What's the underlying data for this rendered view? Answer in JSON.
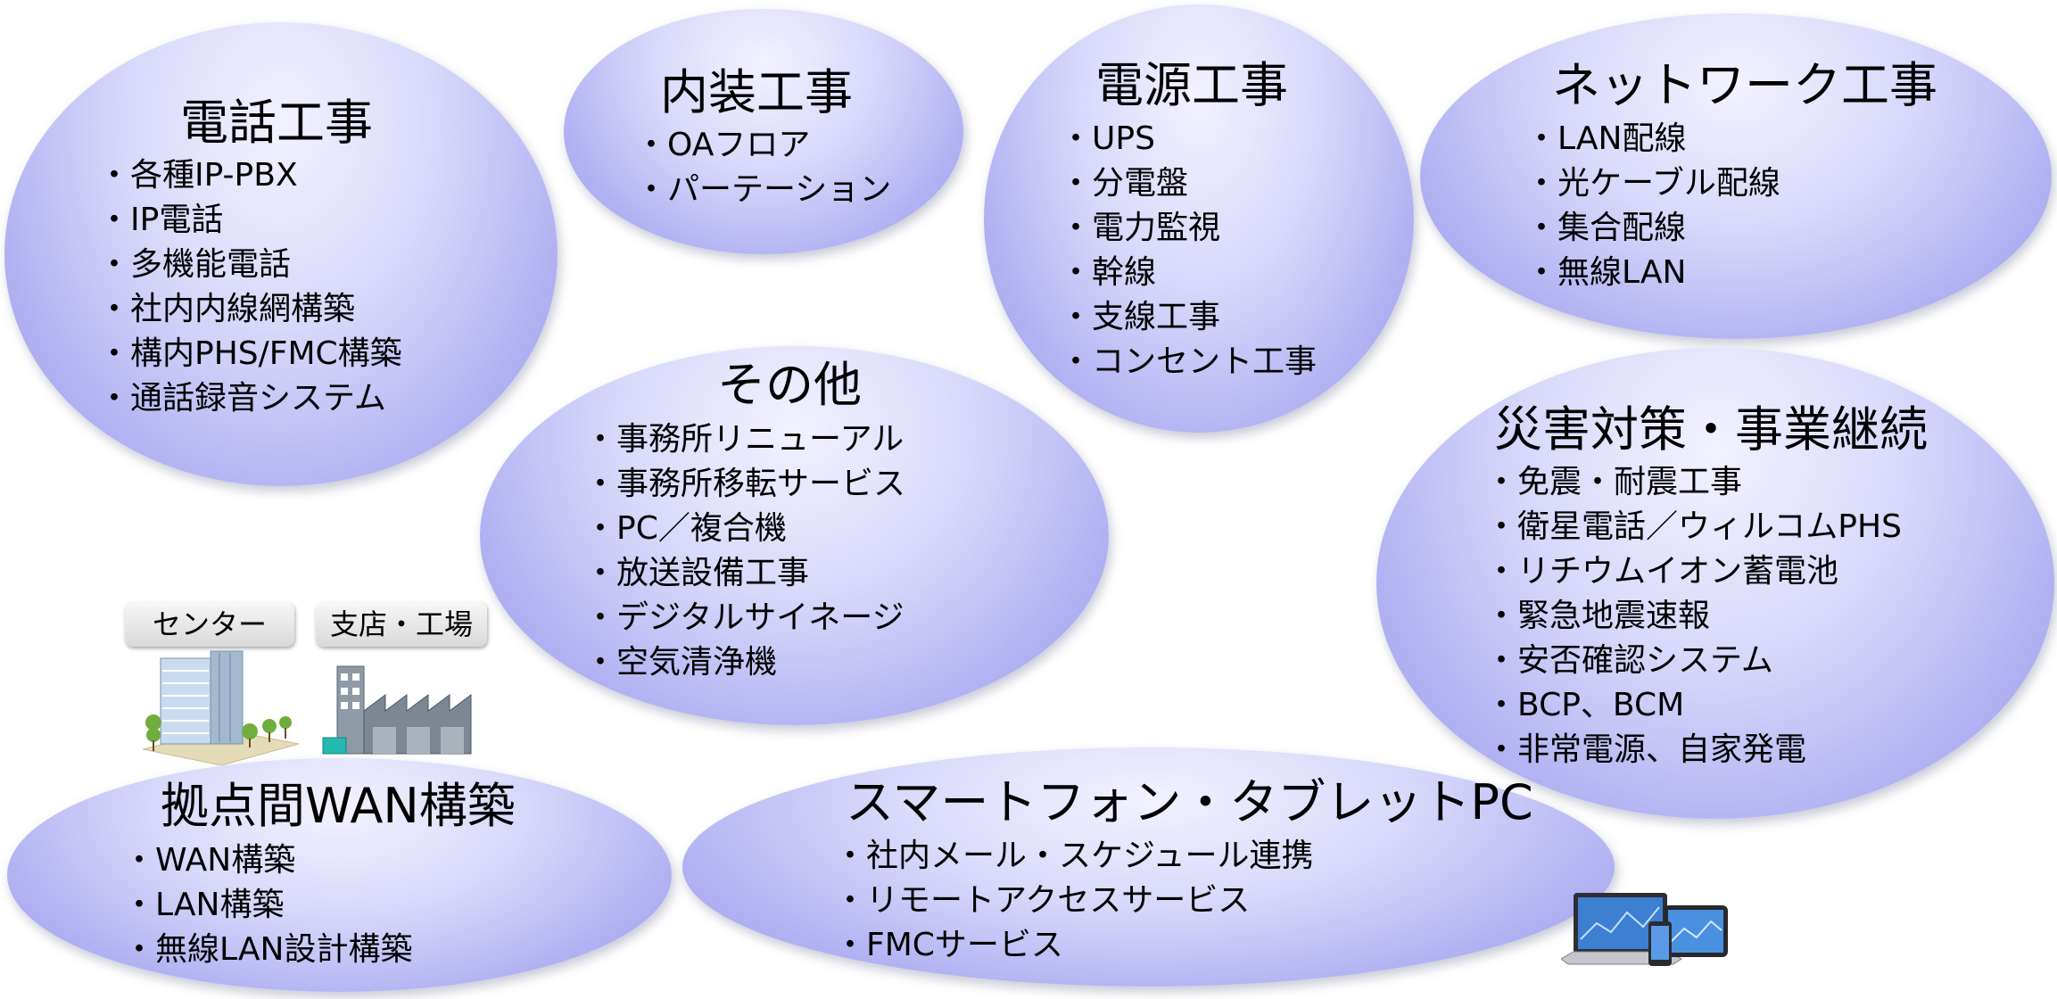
{
  "groups": {
    "telephone": {
      "title": "電話工事",
      "items": [
        "各種IP-PBX",
        "IP電話",
        "多機能電話",
        "社内内線網構築",
        "構内PHS/FMC構築",
        "通話録音システム"
      ]
    },
    "interior": {
      "title": "内装工事",
      "items": [
        "OAフロア",
        "パーテーション"
      ]
    },
    "power": {
      "title": "電源工事",
      "items": [
        "UPS",
        "分電盤",
        "電力監視",
        "幹線",
        "支線工事",
        "コンセント工事"
      ]
    },
    "network": {
      "title": "ネットワーク工事",
      "items": [
        "LAN配線",
        "光ケーブル配線",
        "集合配線",
        "無線LAN"
      ]
    },
    "other": {
      "title": "その他",
      "items": [
        "事務所リニューアル",
        "事務所移転サービス",
        "PC／複合機",
        "放送設備工事",
        "デジタルサイネージ",
        "空気清浄機"
      ]
    },
    "disaster": {
      "title": "災害対策・事業継続",
      "items": [
        "免震・耐震工事",
        "衛星電話／ウィルコムPHS",
        "リチウムイオン蓄電池",
        "緊急地震速報",
        "安否確認システム",
        "BCP、BCM",
        "非常電源、自家発電"
      ]
    },
    "wan": {
      "title": "拠点間WAN構築",
      "items": [
        "WAN構築",
        "LAN構築",
        "無線LAN設計構築"
      ]
    },
    "smartphone": {
      "title": "スマートフォン・タブレットPC",
      "items": [
        "社内メール・スケジュール連携",
        "リモートアクセスサービス",
        "FMCサービス"
      ]
    }
  },
  "labels": {
    "center": "センター",
    "branch": "支店・工場"
  },
  "colors": {
    "bubble_light": "#f2f2ff",
    "bubble_dark": "#9a9aee"
  },
  "icons": [
    "office-building-icon",
    "factory-icon",
    "devices-icon"
  ]
}
